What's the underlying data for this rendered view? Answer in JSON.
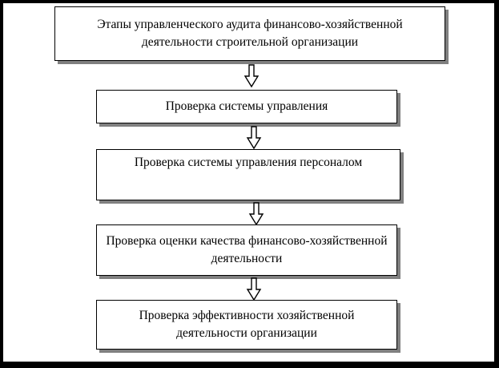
{
  "diagram": {
    "title": "Этапы управленческого аудита финансово-хозяйственной деятельности строительной организации",
    "steps": [
      "Проверка системы управления",
      "Проверка системы управления персоналом",
      "Проверка оценки качества финансово-хозяйственной деятельности",
      "Проверка эффективности хозяйственной деятельности организации"
    ],
    "colors": {
      "background": "#ffffff",
      "frame": "#000000",
      "box_border": "#000000",
      "box_shadow": "#808080",
      "box_fill": "#ffffff"
    }
  }
}
